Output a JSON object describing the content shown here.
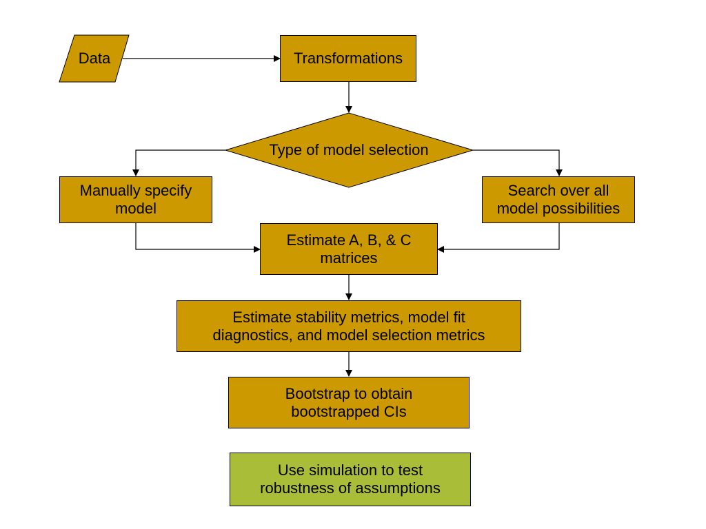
{
  "diagram": {
    "colors": {
      "process_fill": "#cc9900",
      "simulation_fill": "#a9bd38",
      "stroke": "#000000"
    },
    "nodes": {
      "data": {
        "label": "Data"
      },
      "transformations": {
        "label": "Transformations"
      },
      "model_selection_type": {
        "label": "Type of model selection"
      },
      "manual_specify": {
        "label": "Manually specify\nmodel"
      },
      "search_all": {
        "label": "Search over all\nmodel possibilities"
      },
      "estimate_matrices": {
        "label": "Estimate A, B, & C\nmatrices"
      },
      "stability_metrics": {
        "label": "Estimate stability metrics, model fit\ndiagnostics, and model selection metrics"
      },
      "bootstrap": {
        "label": "Bootstrap to obtain\nbootstrapped CIs"
      },
      "simulation": {
        "label": "Use simulation to test\nrobustness of assumptions"
      }
    }
  }
}
